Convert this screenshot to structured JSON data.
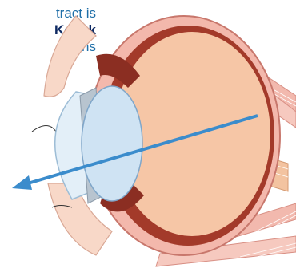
{
  "caption": {
    "line1": "tract is",
    "line2": "Kodak",
    "line3": "ens"
  },
  "colors": {
    "caption_text": "#1f6fa8",
    "caption_bold": "#0f2a63",
    "arrow": "#3b8ccc",
    "eyeball_fill": "#f6c6a6",
    "sclera_outer": "#f3b8ac",
    "choroid": "#a33a2a",
    "lens_fill": "#cfe3f3",
    "cornea_fill": "#e3eff8",
    "eyelid_fill": "#f8d8c8"
  },
  "icons": [
    "eye-anatomy-cross-section",
    "light-path-arrow"
  ]
}
